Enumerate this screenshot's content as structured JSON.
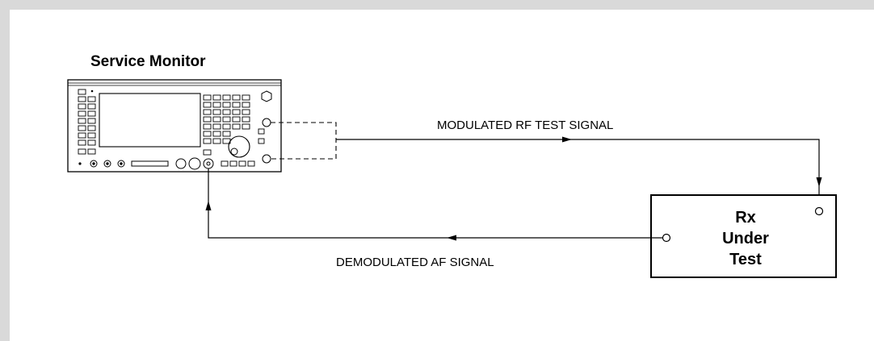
{
  "diagram": {
    "instrument_title": "Service Monitor",
    "rf_signal_label": "MODULATED RF TEST SIGNAL",
    "af_signal_label": "DEMODULATED AF SIGNAL",
    "receiver": {
      "line1": "Rx",
      "line2": "Under",
      "line3": "Test"
    }
  }
}
